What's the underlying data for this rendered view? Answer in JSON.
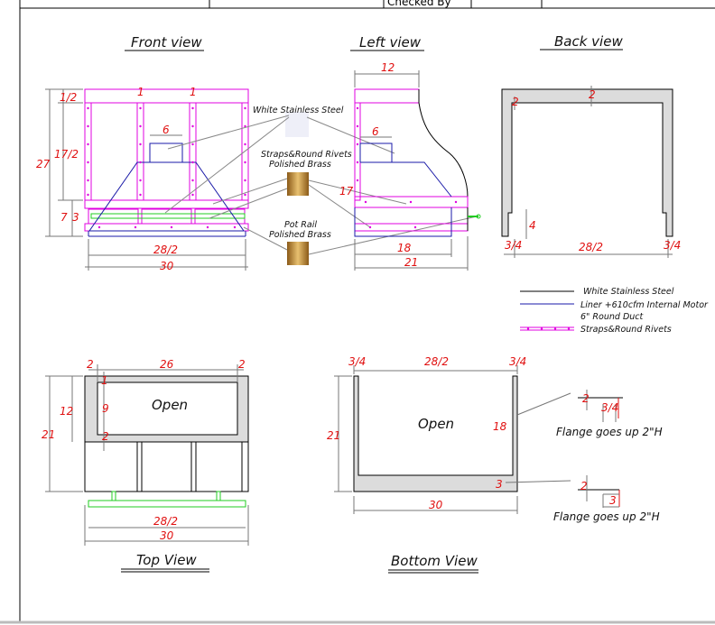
{
  "header": {
    "checked_by": "Checked By"
  },
  "views": {
    "front": "Front view",
    "left": "Left view",
    "back": "Back view",
    "top": "Top View",
    "bottom": "Bottom View"
  },
  "callouts": {
    "white_ss": "White Stainless Steel",
    "straps_1": "Straps&Round Rivets",
    "straps_2": "Polished Brass",
    "pot_1": "Pot Rail",
    "pot_2": "Polished Brass",
    "open_top": "Open",
    "open_bottom": "Open",
    "flange_1": "Flange goes up 2\"H",
    "flange_2": "Flange goes up 2\"H"
  },
  "legend": {
    "items": [
      {
        "label": "White Stainless Steel",
        "color": "#000000"
      },
      {
        "label": "Liner +610cfm Internal Motor",
        "label2": "6\" Round Duct",
        "color": "#1a1aa8"
      },
      {
        "label": "Straps&Round Rivets",
        "color": "#e000e0"
      }
    ]
  },
  "dims": {
    "f_half": "1/2",
    "f_1a": "1",
    "f_1b": "1",
    "f_6": "6",
    "f_17": "17/2",
    "f_27": "27",
    "f_7": "7",
    "f_3": "3",
    "f_28": "28/2",
    "f_30": "30",
    "l_12": "12",
    "l_6": "6",
    "l_17": "17",
    "l_18": "18",
    "l_21": "21",
    "b_2a": "2",
    "b_2b": "2",
    "b_4": "4",
    "b_34a": "3/4",
    "b_28": "28/2",
    "b_34b": "3/4",
    "t_2a": "2",
    "t_26": "26",
    "t_2b": "2",
    "t_1": "1",
    "t_9": "9",
    "t_2c": "2",
    "t_12": "12",
    "t_21": "21",
    "t_28": "28/2",
    "t_30": "30",
    "m_34a": "3/4",
    "m_28": "28/2",
    "m_34b": "3/4",
    "m_21": "21",
    "m_18": "18",
    "m_3": "3",
    "m_30": "30",
    "g_2a": "2",
    "g_34": "3/4",
    "g_2b": "2",
    "g_3": "3"
  },
  "colors": {
    "steel": "#000000",
    "liner": "#1a1aa8",
    "strap": "#e000e0",
    "rail": "#22cc22",
    "dim": "#e01010",
    "brass": "#c8902c"
  }
}
